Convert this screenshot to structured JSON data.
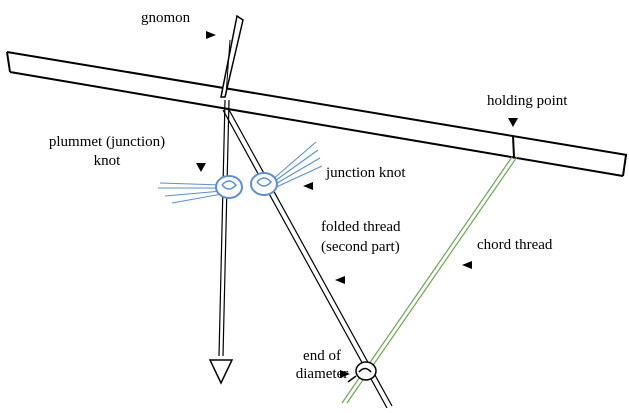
{
  "labels": {
    "gnomon": "gnomon",
    "holding_point": "holding point",
    "plummet_knot_line1": "plummet (junction)",
    "plummet_knot_line2": "knot",
    "junction_knot": "junction knot",
    "folded_thread_line1": "folded thread",
    "folded_thread_line2": "(second part)",
    "chord_thread": "chord thread",
    "end_of_diameter_line1": "end of",
    "end_of_diameter_line2": "diameter"
  },
  "colors": {
    "ink": "#000000",
    "thread_blue": "#5b8fd6",
    "chord_green": "#6aa84f"
  }
}
